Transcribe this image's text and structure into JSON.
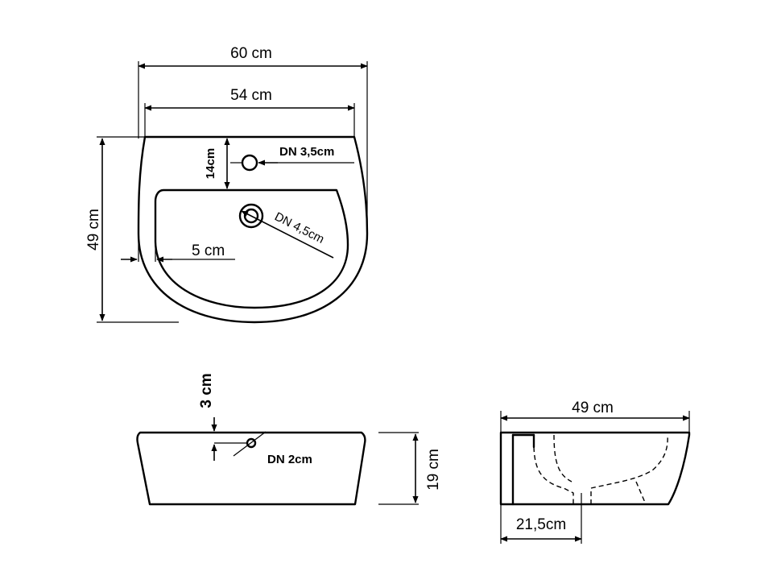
{
  "top_view": {
    "overall_width": "60 cm",
    "inner_width": "54 cm",
    "depth": "49 cm",
    "tap_offset": "14cm",
    "tap_hole": "DN 3,5cm",
    "drain": "DN 4,5cm",
    "rim_width": "5 cm"
  },
  "front_view": {
    "overflow_offset": "3 cm",
    "overflow": "DN 2cm",
    "height": "19 cm"
  },
  "side_view": {
    "depth": "49 cm",
    "drain_offset": "21,5cm"
  }
}
